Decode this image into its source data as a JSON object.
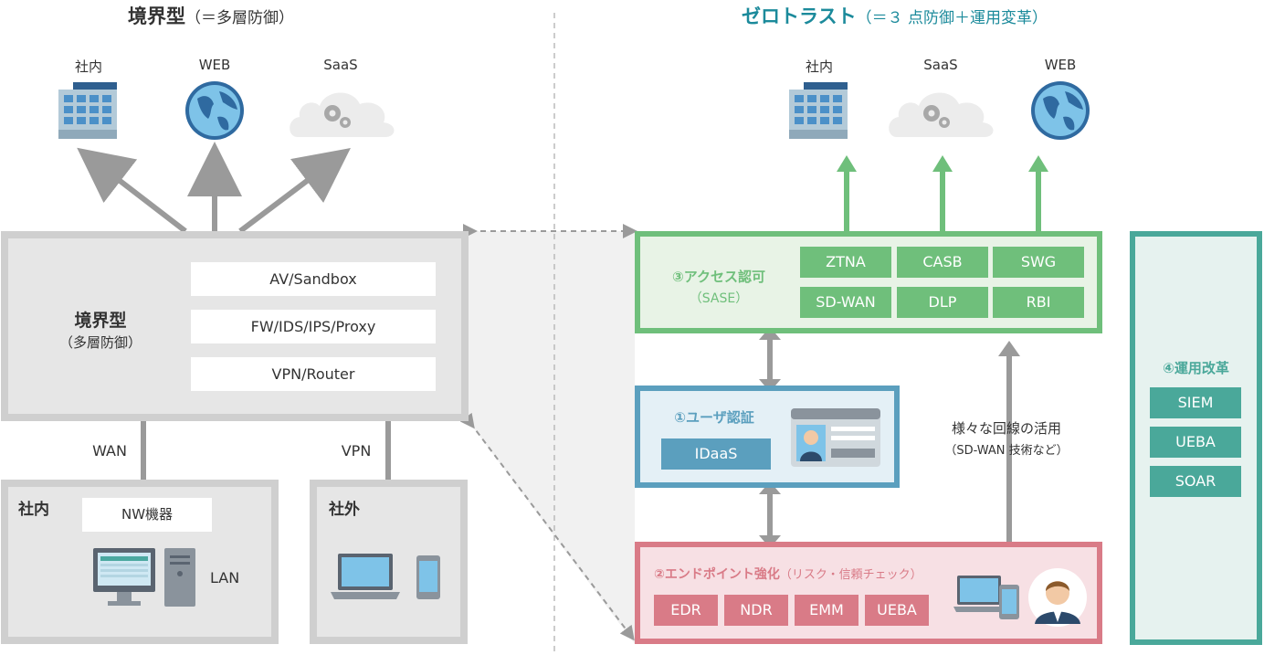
{
  "left": {
    "title": "境界型",
    "title_sub": "（＝多層防御）",
    "destinations": [
      "社内",
      "WEB",
      "SaaS"
    ],
    "perimeter": {
      "label": "境界型",
      "sub": "（多層防御）",
      "layers": [
        "AV/Sandbox",
        "FW/IDS/IPS/Proxy",
        "VPN/Router"
      ]
    },
    "wan_label": "WAN",
    "vpn_label": "VPN",
    "office": {
      "label": "社内",
      "device": "NW機器",
      "lan": "LAN"
    },
    "outside": {
      "label": "社外"
    }
  },
  "right": {
    "title": "ゼロトラスト",
    "title_sub": "（＝３ 点防御＋運用変革）",
    "destinations": [
      "社内",
      "SaaS",
      "WEB"
    ],
    "access": {
      "label": "③アクセス認可",
      "sub": "（SASE）",
      "cells": [
        "ZTNA",
        "CASB",
        "SWG",
        "SD-WAN",
        "DLP",
        "RBI"
      ]
    },
    "user": {
      "label": "①ユーザ認証",
      "cell": "IDaaS"
    },
    "lines": {
      "label": "様々な回線の活用",
      "sub": "（SD-WAN 技術など）"
    },
    "endpoint": {
      "label": "②エンドポイント強化",
      "sub": "（リスク・信頼チェック）",
      "cells": [
        "EDR",
        "NDR",
        "EMM",
        "UEBA"
      ]
    },
    "ops": {
      "label": "④運用改革",
      "cells": [
        "SIEM",
        "UEBA",
        "SOAR"
      ]
    }
  },
  "colors": {
    "green": "#6fbf7b",
    "blue": "#5b9fbe",
    "red": "#d97b87",
    "teal": "#4aa89a",
    "gray": "#cfcfcf"
  }
}
